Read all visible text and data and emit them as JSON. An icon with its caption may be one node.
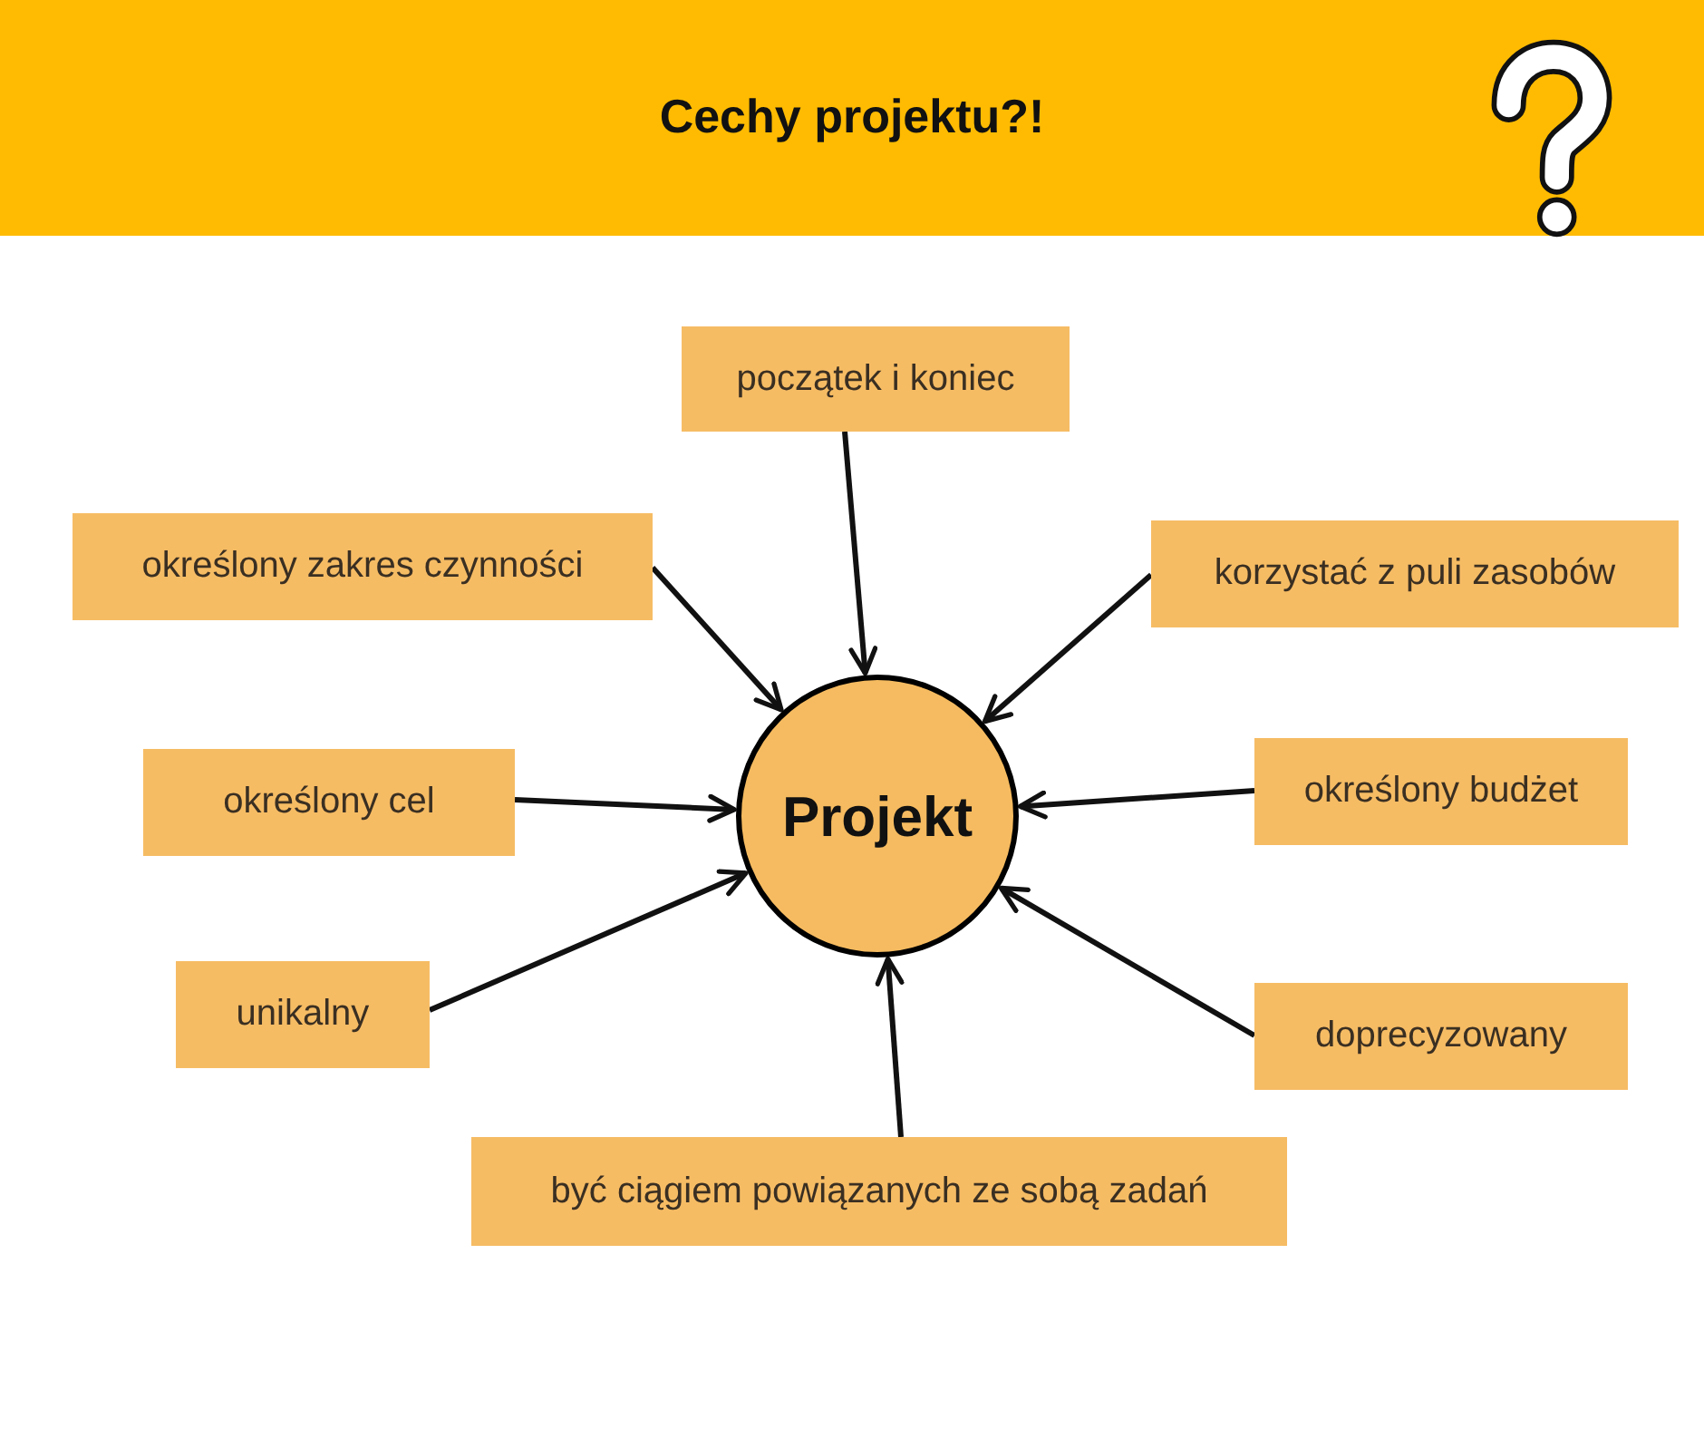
{
  "diagram": {
    "title": "Cechy projektu?!",
    "nodes": [
      {
        "text": [
          "początek i koniec"
        ]
      },
      {
        "text": [
          "określony zakres czynności"
        ]
      },
      {
        "text": [
          "korzystać z puli zasobów"
        ]
      },
      {
        "text": [
          "określony cel"
        ]
      },
      {
        "text": [
          "Projekt"
        ]
      },
      {
        "text": [
          "określony budżet"
        ]
      },
      {
        "text": [
          "unikalny"
        ]
      },
      {
        "text": [
          "doprecyzowany"
        ]
      },
      {
        "text": [
          "być ciągiem powiązanych ze sobą zadań"
        ]
      }
    ],
    "edges": [
      {
        "from": 0,
        "to": 4,
        "arrow": "to"
      },
      {
        "from": 1,
        "to": 4,
        "arrow": "to"
      },
      {
        "from": 2,
        "to": 4,
        "arrow": "to"
      },
      {
        "from": 3,
        "to": 4,
        "arrow": "to"
      },
      {
        "from": 5,
        "to": 4,
        "arrow": "to"
      },
      {
        "from": 6,
        "to": 4,
        "arrow": "to"
      },
      {
        "from": 7,
        "to": 4,
        "arrow": "to"
      },
      {
        "from": 8,
        "to": 4,
        "arrow": "to"
      }
    ]
  }
}
